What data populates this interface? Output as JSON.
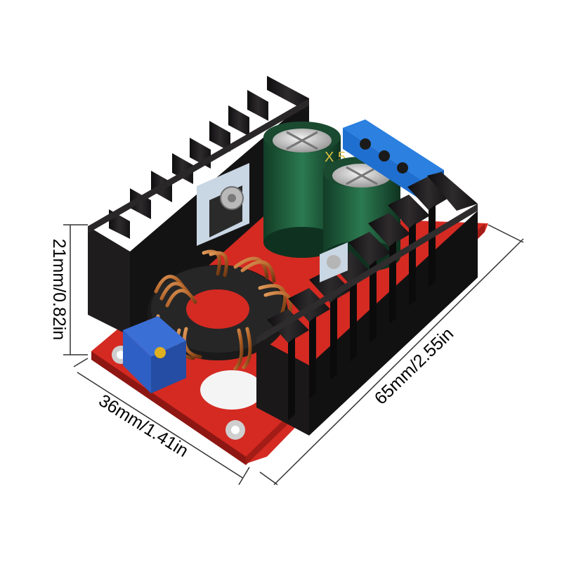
{
  "product": {
    "name": "DC-DC boost converter module"
  },
  "dimensions": {
    "height": "21mm/0.82in",
    "width": "36mm/1.41in",
    "length": "65mm/2.55in"
  },
  "capacitor_marking": "X 5",
  "colors": {
    "background": "#ffffff",
    "pcb_red": "#d42a22",
    "heatsink_black": "#1e1c1d",
    "capacitor_green": "#1f5a3a",
    "copper_coil": "#b4652a",
    "terminal_blue": "#1f6fd0",
    "trimmer_blue": "#2e5fc4",
    "dimension_line": "#333333"
  },
  "icons": [
    "terminal-block-icon",
    "trimmer-potentiometer-icon",
    "inductor-coil-icon",
    "capacitor-icon",
    "heatsink-icon"
  ]
}
